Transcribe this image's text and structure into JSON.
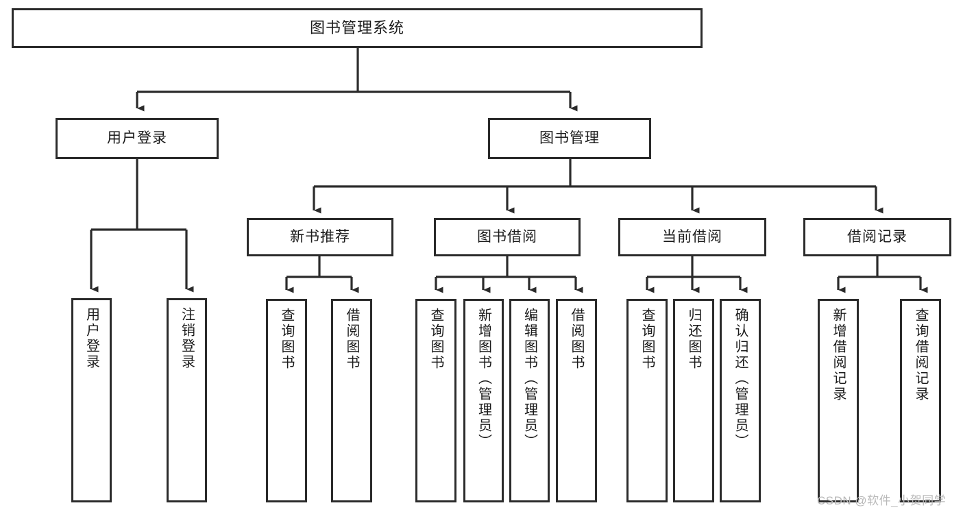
{
  "diagram": {
    "type": "hierarchy-tree",
    "title": "图书管理系统",
    "orientation": "top-down",
    "colors": {
      "box_border": "#2b2b2b",
      "box_fill": "#ffffff",
      "connector": "#2b2b2b",
      "text": "#1a1a1a",
      "watermark": "#b9b9b9",
      "background": "#ffffff"
    },
    "root": {
      "label": "图书管理系统"
    },
    "level2": [
      {
        "label": "用户登录"
      },
      {
        "label": "图书管理"
      }
    ],
    "level3": [
      {
        "label": "新书推荐"
      },
      {
        "label": "图书借阅"
      },
      {
        "label": "当前借阅"
      },
      {
        "label": "借阅记录"
      }
    ],
    "leaves": {
      "user_login": [
        {
          "label": "用户登录"
        },
        {
          "label": "注销登录"
        }
      ],
      "new_book_recommend": [
        {
          "label": "查询图书"
        },
        {
          "label": "借阅图书"
        }
      ],
      "book_borrow": [
        {
          "label": "查询图书"
        },
        {
          "label": "新增图书（管理员）"
        },
        {
          "label": "编辑图书（管理员）"
        },
        {
          "label": "借阅图书"
        }
      ],
      "current_borrow": [
        {
          "label": "查询图书"
        },
        {
          "label": "归还图书"
        },
        {
          "label": "确认归还（管理员）"
        }
      ],
      "borrow_record": [
        {
          "label": "新增借阅记录"
        },
        {
          "label": "查询借阅记录"
        }
      ]
    }
  },
  "watermark": {
    "text": "CSDN @软件_小贺同学"
  }
}
